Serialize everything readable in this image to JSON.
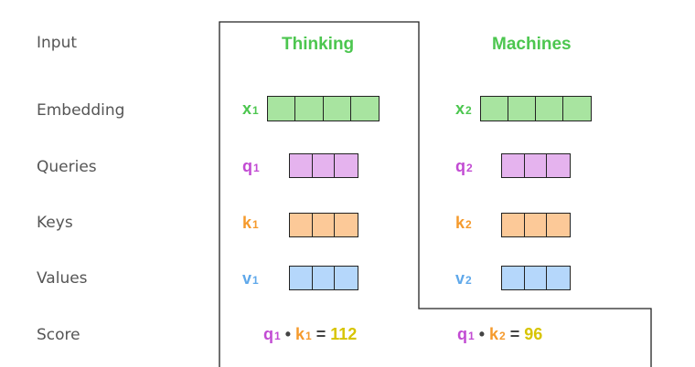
{
  "rows": {
    "input": "Input",
    "embedding": "Embedding",
    "queries": "Queries",
    "keys": "Keys",
    "values": "Values",
    "score": "Score"
  },
  "words": [
    "Thinking",
    "Machines"
  ],
  "vectors": {
    "x1": {
      "base": "x",
      "sub": "1"
    },
    "x2": {
      "base": "x",
      "sub": "2"
    },
    "q1": {
      "base": "q",
      "sub": "1"
    },
    "q2": {
      "base": "q",
      "sub": "2"
    },
    "k1": {
      "base": "k",
      "sub": "1"
    },
    "k2": {
      "base": "k",
      "sub": "2"
    },
    "v1": {
      "base": "v",
      "sub": "1"
    },
    "v2": {
      "base": "v",
      "sub": "2"
    }
  },
  "scores": [
    {
      "q": "q",
      "q_sub": "1",
      "dot": "•",
      "k": "k",
      "k_sub": "1",
      "eq": "=",
      "value": "112"
    },
    {
      "q": "q",
      "q_sub": "1",
      "dot": "•",
      "k": "k",
      "k_sub": "2",
      "eq": "=",
      "value": "96"
    }
  ],
  "colors": {
    "embedding": "#a8e4a0",
    "query": "#e5b3ee",
    "key": "#fcc998",
    "value": "#b5d7fb",
    "word": "#4cc64f",
    "score_value": "#d7c400"
  }
}
